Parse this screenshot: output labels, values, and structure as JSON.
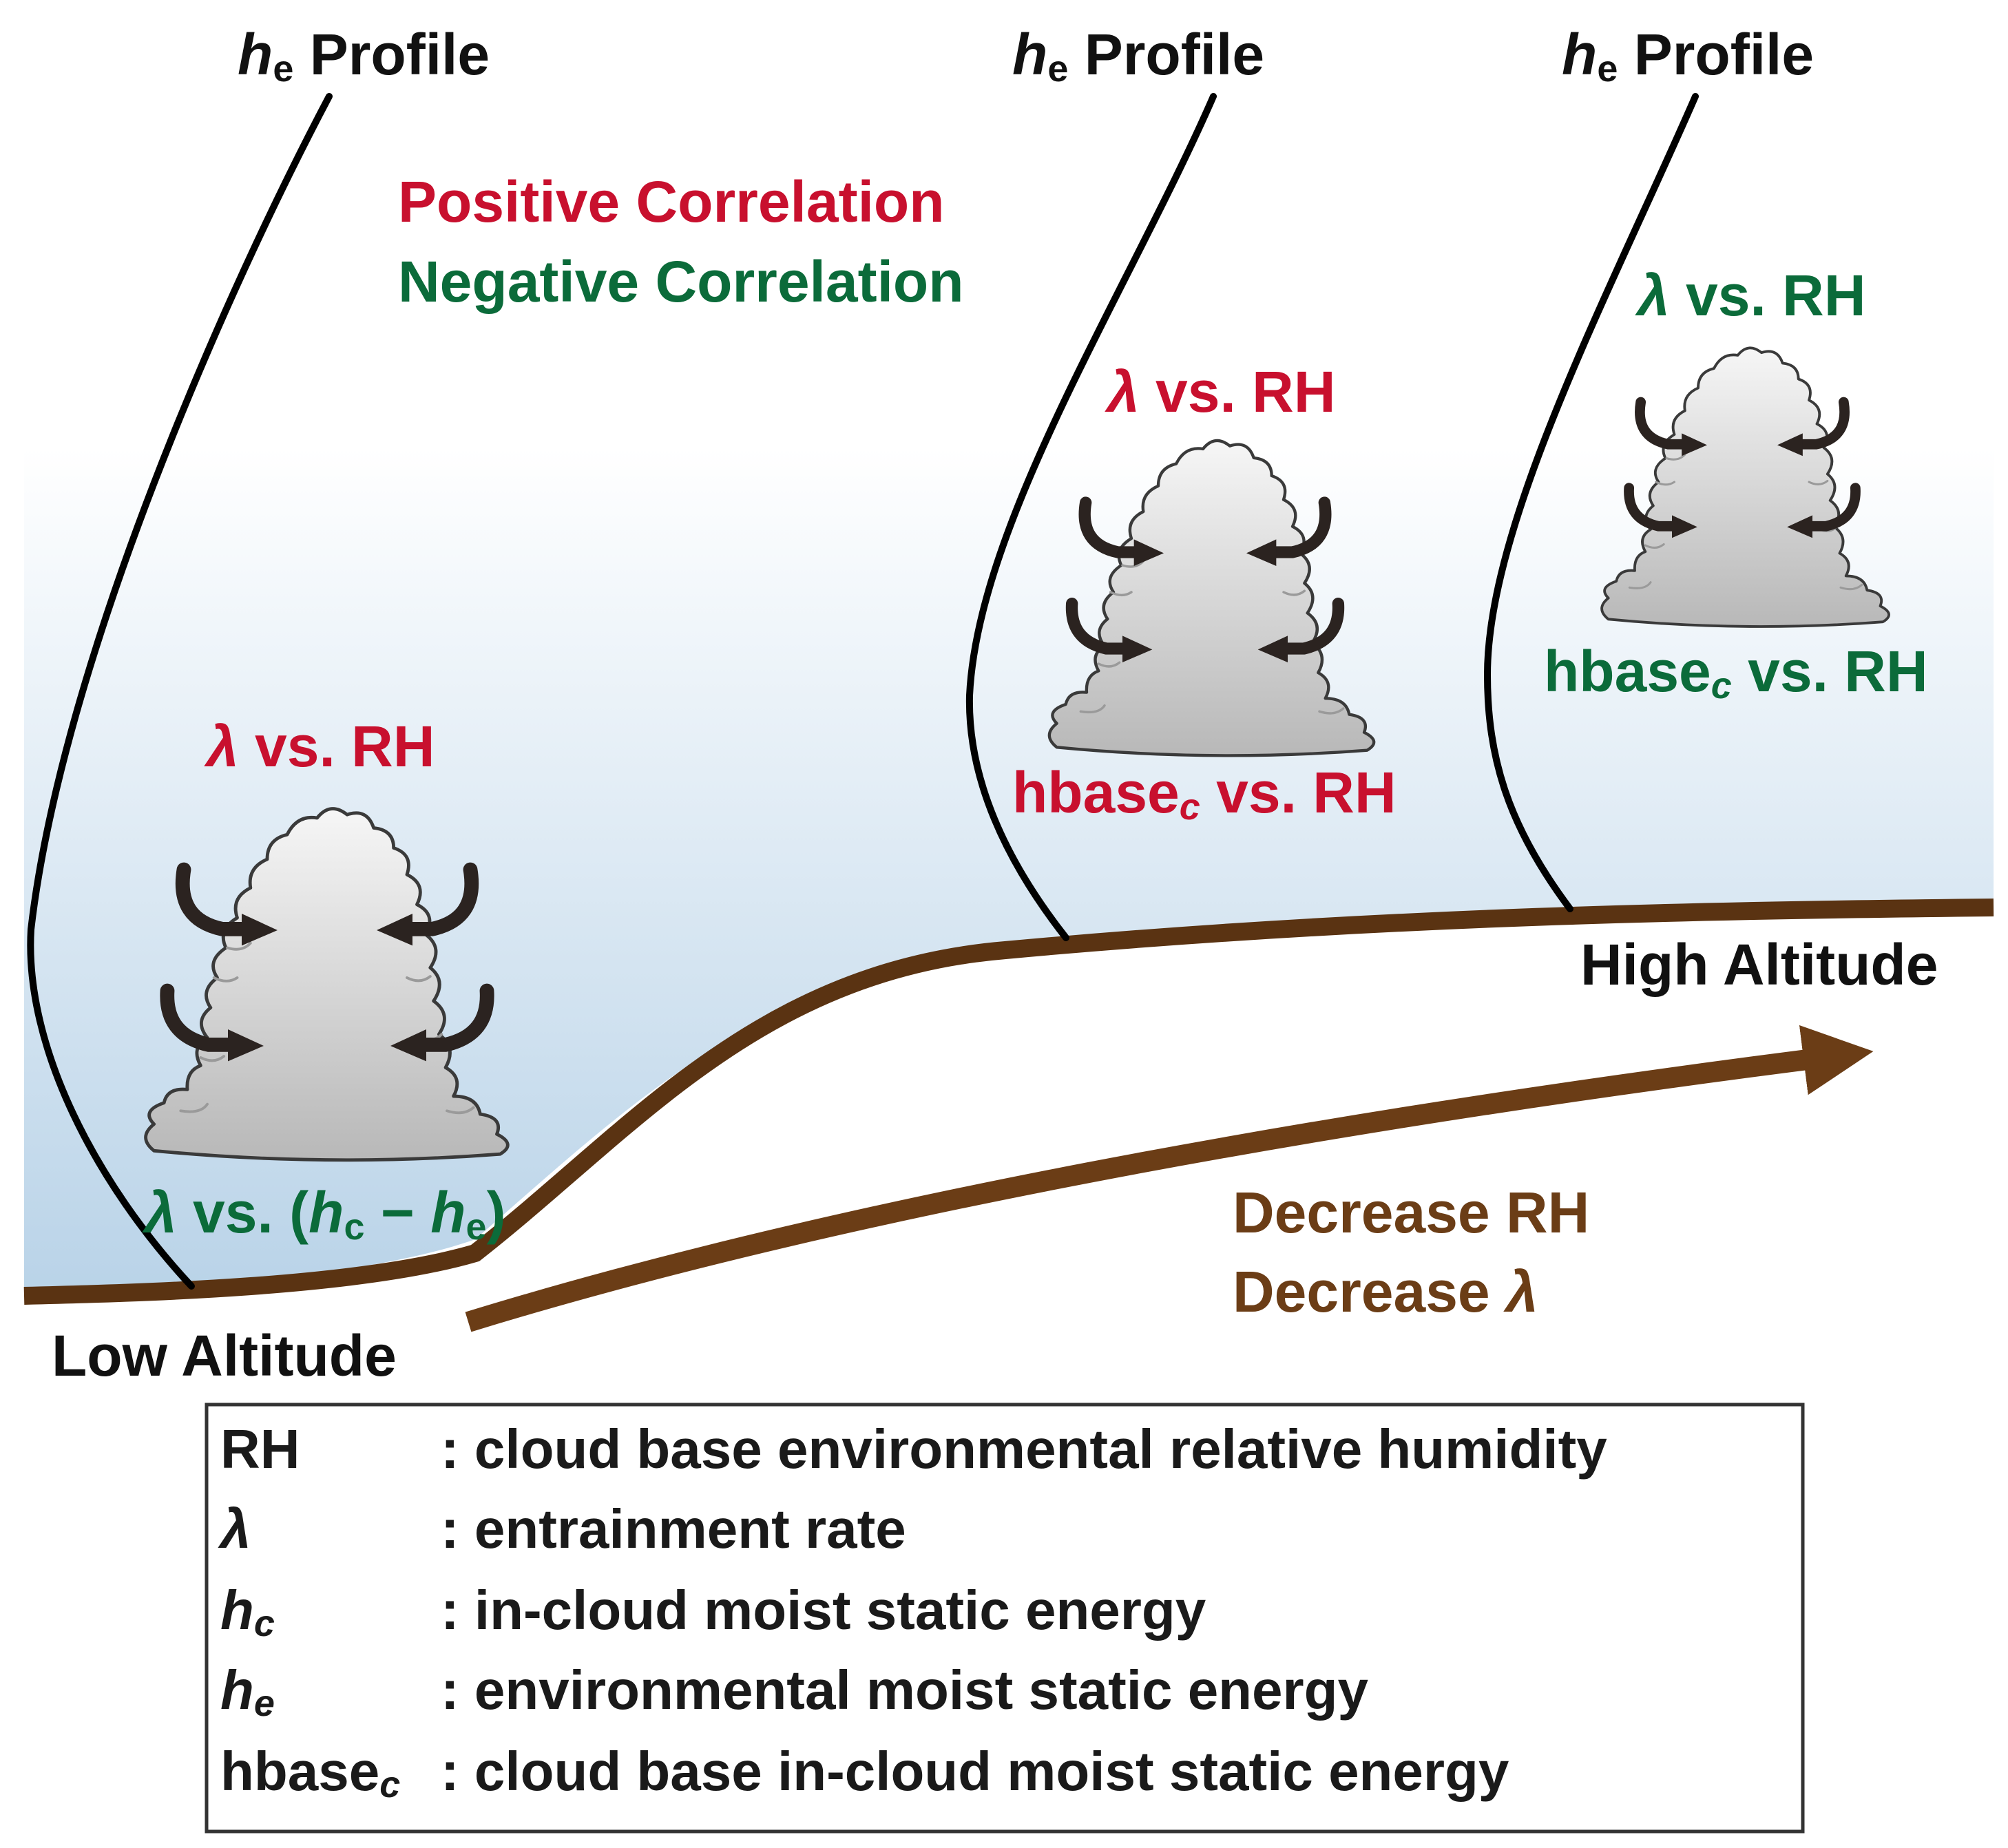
{
  "profile_titles": {
    "left": {
      "symbol": "h",
      "sub": "e",
      "word": "Profile"
    },
    "mid": {
      "symbol": "h",
      "sub": "e",
      "word": "Profile"
    },
    "right": {
      "symbol": "h",
      "sub": "e",
      "word": "Profile"
    }
  },
  "key": {
    "positive": "Positive Correlation",
    "negative": "Negative Correlation"
  },
  "clouds": {
    "low": {
      "top_label": {
        "lam": "λ",
        "rest": " vs. RH"
      },
      "bottom_label": {
        "lam": "λ",
        "p1": " vs. (",
        "hc": "h",
        "c": "c",
        "minus": " − ",
        "he": "h",
        "e": "e",
        "close": ")"
      }
    },
    "mid": {
      "top_label": {
        "lam": "λ",
        "rest": " vs. RH"
      },
      "bottom_label": {
        "base": "hbase",
        "c": "c",
        "rest": " vs. RH"
      }
    },
    "high": {
      "top_label": {
        "lam": "λ",
        "rest": " vs. RH"
      },
      "bottom_label": {
        "base": "hbase",
        "c": "c",
        "rest": " vs. RH"
      }
    }
  },
  "altitude": {
    "low": "Low Altitude",
    "high": "High Altitude"
  },
  "trend": {
    "line1": "Decrease RH",
    "line2_word": "Decrease ",
    "line2_sym": "λ"
  },
  "legend": [
    {
      "sym": "RH",
      "sub": "",
      "italic": false,
      "desc": ": cloud base environmental relative humidity"
    },
    {
      "sym": "λ",
      "sub": "",
      "italic": true,
      "desc": ": entrainment rate"
    },
    {
      "sym": "h",
      "sub": "c",
      "italic": true,
      "desc": ": in-cloud moist static energy"
    },
    {
      "sym": "h",
      "sub": "e",
      "italic": true,
      "desc": ": environmental moist static energy"
    },
    {
      "sym": "hbase",
      "sub": "c",
      "italic": false,
      "desc": ": cloud base in-cloud moist static energy"
    }
  ],
  "colors": {
    "positive": "#c8102e",
    "negative": "#0b6b3a",
    "terrain": "#5a3312",
    "trend": "#6b3d16",
    "sky_top": "#ffffff",
    "sky_bottom": "#b9d3e8",
    "arrow": "#2b2320"
  }
}
